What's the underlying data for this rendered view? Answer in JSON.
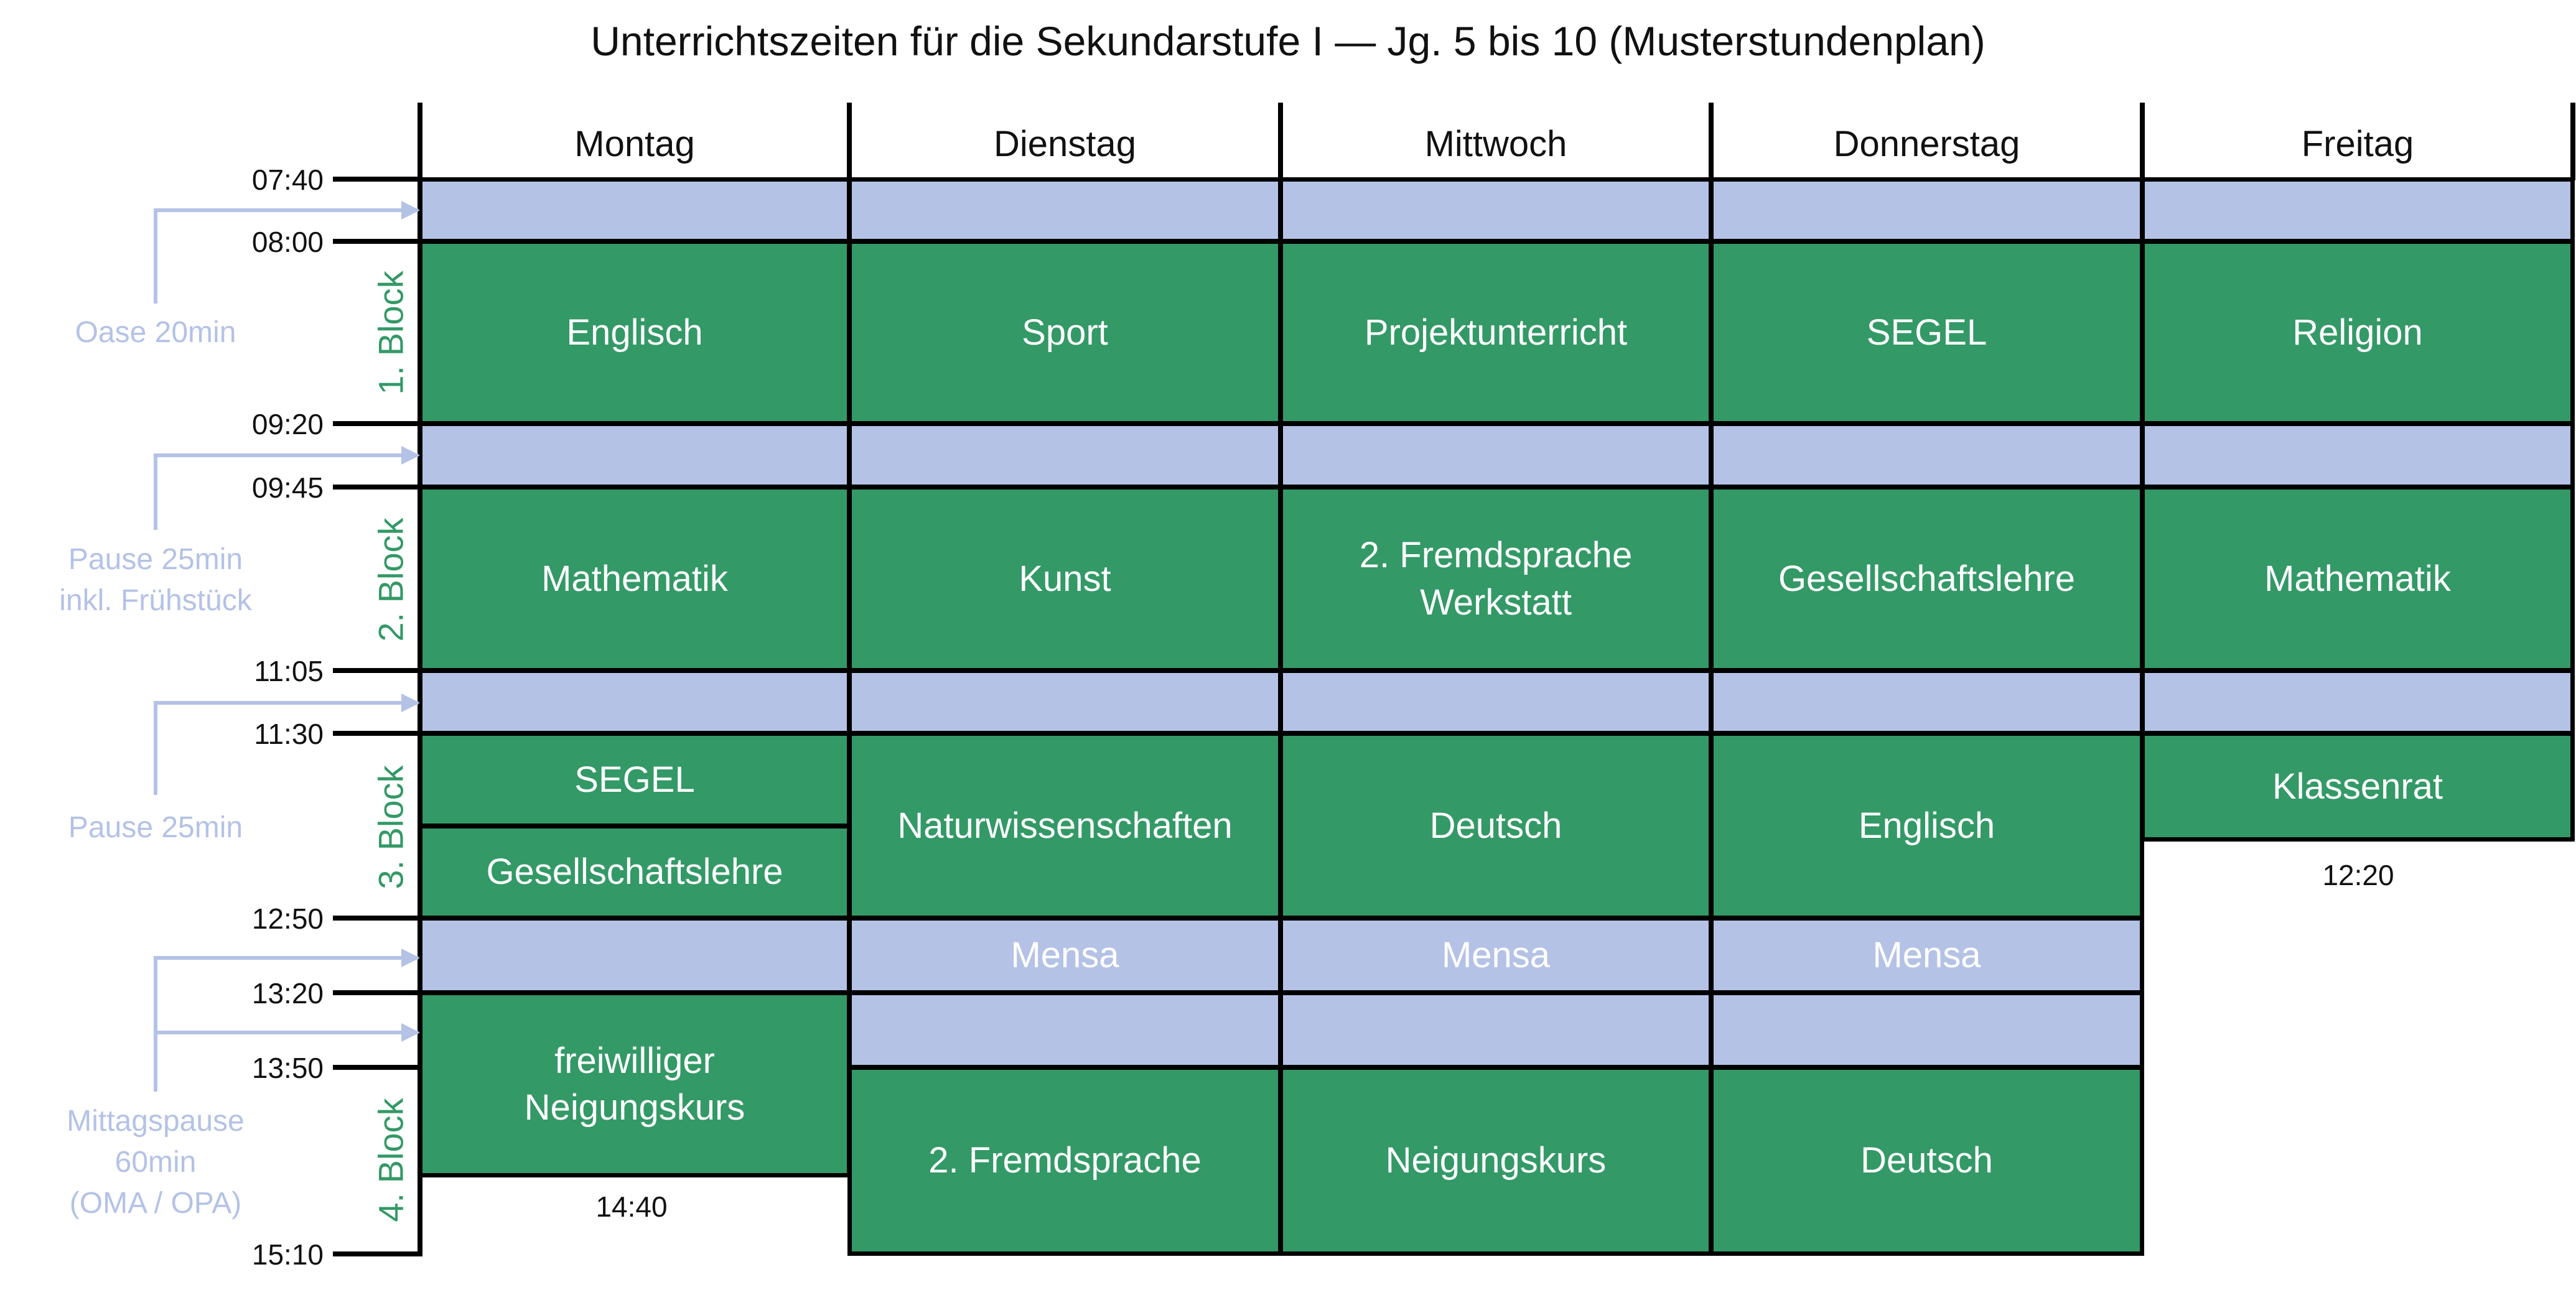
{
  "title": "Unterrichtszeiten für die Sekundarstufe I — Jg. 5 bis 10 (Musterstundenplan)",
  "colors": {
    "lesson": "#339966",
    "break": "#b4c2e6",
    "grid": "#000000"
  },
  "days": [
    "Montag",
    "Dienstag",
    "Mittwoch",
    "Donnerstag",
    "Freitag"
  ],
  "times": [
    "07:40",
    "08:00",
    "09:20",
    "09:45",
    "11:05",
    "11:30",
    "12:50",
    "13:20",
    "13:50",
    "15:10"
  ],
  "end_times": [
    {
      "day": "Montag",
      "label": "14:40"
    },
    {
      "day": "Freitag",
      "label": "12:20"
    }
  ],
  "blocks": [
    "1. Block",
    "2. Block",
    "3. Block",
    "4. Block"
  ],
  "break_notes": [
    "Oase 20min",
    "Pause 25min\ninkl. Frühstück",
    "Pause 25min",
    "Mittagspause\n60min\n(OMA / OPA)"
  ],
  "cells": [
    {
      "day": "Montag",
      "start": "07:40",
      "end": "08:00",
      "kind": "break",
      "label": ""
    },
    {
      "day": "Dienstag",
      "start": "07:40",
      "end": "08:00",
      "kind": "break",
      "label": ""
    },
    {
      "day": "Mittwoch",
      "start": "07:40",
      "end": "08:00",
      "kind": "break",
      "label": ""
    },
    {
      "day": "Donnerstag",
      "start": "07:40",
      "end": "08:00",
      "kind": "break",
      "label": ""
    },
    {
      "day": "Freitag",
      "start": "07:40",
      "end": "08:00",
      "kind": "break",
      "label": ""
    },
    {
      "day": "Montag",
      "start": "08:00",
      "end": "09:20",
      "kind": "lesson",
      "label": "Englisch"
    },
    {
      "day": "Dienstag",
      "start": "08:00",
      "end": "09:20",
      "kind": "lesson",
      "label": "Sport"
    },
    {
      "day": "Mittwoch",
      "start": "08:00",
      "end": "09:20",
      "kind": "lesson",
      "label": "Projektunterricht"
    },
    {
      "day": "Donnerstag",
      "start": "08:00",
      "end": "09:20",
      "kind": "lesson",
      "label": "SEGEL"
    },
    {
      "day": "Freitag",
      "start": "08:00",
      "end": "09:20",
      "kind": "lesson",
      "label": "Religion"
    },
    {
      "day": "Montag",
      "start": "09:20",
      "end": "09:45",
      "kind": "break",
      "label": ""
    },
    {
      "day": "Dienstag",
      "start": "09:20",
      "end": "09:45",
      "kind": "break",
      "label": ""
    },
    {
      "day": "Mittwoch",
      "start": "09:20",
      "end": "09:45",
      "kind": "break",
      "label": ""
    },
    {
      "day": "Donnerstag",
      "start": "09:20",
      "end": "09:45",
      "kind": "break",
      "label": ""
    },
    {
      "day": "Freitag",
      "start": "09:20",
      "end": "09:45",
      "kind": "break",
      "label": ""
    },
    {
      "day": "Montag",
      "start": "09:45",
      "end": "11:05",
      "kind": "lesson",
      "label": "Mathematik"
    },
    {
      "day": "Dienstag",
      "start": "09:45",
      "end": "11:05",
      "kind": "lesson",
      "label": "Kunst"
    },
    {
      "day": "Mittwoch",
      "start": "09:45",
      "end": "11:05",
      "kind": "lesson",
      "label": "2. Fremdsprache\nWerkstatt"
    },
    {
      "day": "Donnerstag",
      "start": "09:45",
      "end": "11:05",
      "kind": "lesson",
      "label": "Gesellschaftslehre"
    },
    {
      "day": "Freitag",
      "start": "09:45",
      "end": "11:05",
      "kind": "lesson",
      "label": "Mathematik"
    },
    {
      "day": "Montag",
      "start": "11:05",
      "end": "11:30",
      "kind": "break",
      "label": ""
    },
    {
      "day": "Dienstag",
      "start": "11:05",
      "end": "11:30",
      "kind": "break",
      "label": ""
    },
    {
      "day": "Mittwoch",
      "start": "11:05",
      "end": "11:30",
      "kind": "break",
      "label": ""
    },
    {
      "day": "Donnerstag",
      "start": "11:05",
      "end": "11:30",
      "kind": "break",
      "label": ""
    },
    {
      "day": "Freitag",
      "start": "11:05",
      "end": "11:30",
      "kind": "break",
      "label": ""
    },
    {
      "day": "Montag",
      "start": "11:30",
      "end": "12:10",
      "kind": "lesson",
      "label": "SEGEL"
    },
    {
      "day": "Montag",
      "start": "12:10",
      "end": "12:50",
      "kind": "lesson",
      "label": "Gesellschaftslehre"
    },
    {
      "day": "Dienstag",
      "start": "11:30",
      "end": "12:50",
      "kind": "lesson",
      "label": "Naturwissenschaften"
    },
    {
      "day": "Mittwoch",
      "start": "11:30",
      "end": "12:50",
      "kind": "lesson",
      "label": "Deutsch"
    },
    {
      "day": "Donnerstag",
      "start": "11:30",
      "end": "12:50",
      "kind": "lesson",
      "label": "Englisch"
    },
    {
      "day": "Freitag",
      "start": "11:30",
      "end": "12:20",
      "kind": "lesson",
      "label": "Klassenrat"
    },
    {
      "day": "Montag",
      "start": "12:50",
      "end": "13:20",
      "kind": "break",
      "label": ""
    },
    {
      "day": "Dienstag",
      "start": "12:50",
      "end": "13:20",
      "kind": "break",
      "label": "Mensa"
    },
    {
      "day": "Mittwoch",
      "start": "12:50",
      "end": "13:20",
      "kind": "break",
      "label": "Mensa"
    },
    {
      "day": "Donnerstag",
      "start": "12:50",
      "end": "13:20",
      "kind": "break",
      "label": "Mensa"
    },
    {
      "day": "Montag",
      "start": "13:20",
      "end": "14:40",
      "kind": "lesson",
      "label": "freiwilliger\nNeigungskurs"
    },
    {
      "day": "Dienstag",
      "start": "13:20",
      "end": "13:50",
      "kind": "break",
      "label": ""
    },
    {
      "day": "Mittwoch",
      "start": "13:20",
      "end": "13:50",
      "kind": "break",
      "label": ""
    },
    {
      "day": "Donnerstag",
      "start": "13:20",
      "end": "13:50",
      "kind": "break",
      "label": ""
    },
    {
      "day": "Dienstag",
      "start": "13:50",
      "end": "15:10",
      "kind": "lesson",
      "label": "2. Fremdsprache"
    },
    {
      "day": "Mittwoch",
      "start": "13:50",
      "end": "15:10",
      "kind": "lesson",
      "label": "Neigungskurs"
    },
    {
      "day": "Donnerstag",
      "start": "13:50",
      "end": "15:10",
      "kind": "lesson",
      "label": "Deutsch"
    }
  ]
}
